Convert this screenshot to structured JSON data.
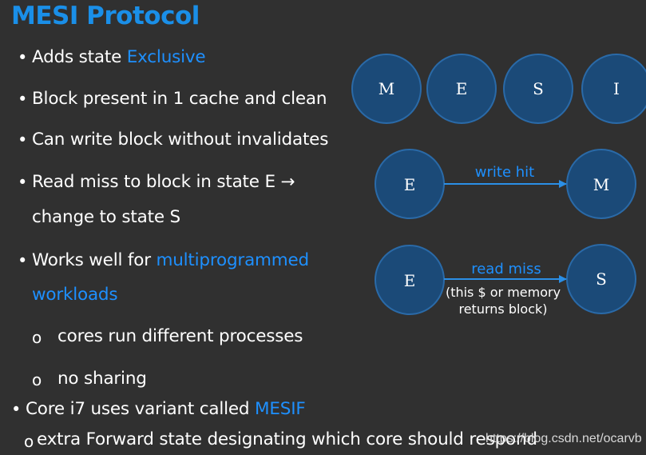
{
  "title": "MESI Protocol",
  "bullets": {
    "b1_prefix": "Adds state ",
    "b1_highlight": "Exclusive",
    "b2": "Block present in 1 cache and clean",
    "b3": "Can write block without invalidates",
    "b4_line1": "Read miss to block in state E →",
    "b4_line2": "change to state S",
    "b5_prefix": "Works well for ",
    "b5_highlight1": "multiprogrammed",
    "b5_highlight2": "workloads",
    "sub1": "cores run different processes",
    "sub2": "no sharing",
    "b6_prefix": "Core i7 uses variant called ",
    "b6_highlight": "MESIF",
    "sub3": "extra Forward state designating which core should respond"
  },
  "bullet_glyph": "•",
  "sub_glyph": "o",
  "states": [
    "M",
    "E",
    "S",
    "I"
  ],
  "transitions": [
    {
      "from": "E",
      "to": "M",
      "label": "write hit",
      "note_line1": "",
      "note_line2": ""
    },
    {
      "from": "E",
      "to": "S",
      "label": "read miss",
      "note_line1": "(this $ or memory",
      "note_line2": "returns block)"
    }
  ],
  "watermark": "https://blog.csdn.net/ocarvb",
  "colors": {
    "background": "#303030",
    "title": "#1a8fe8",
    "highlight": "#1e90ff",
    "node_fill": "#1b4a78",
    "node_stroke": "#2a6aa8",
    "arrow": "#2b8fe6"
  }
}
